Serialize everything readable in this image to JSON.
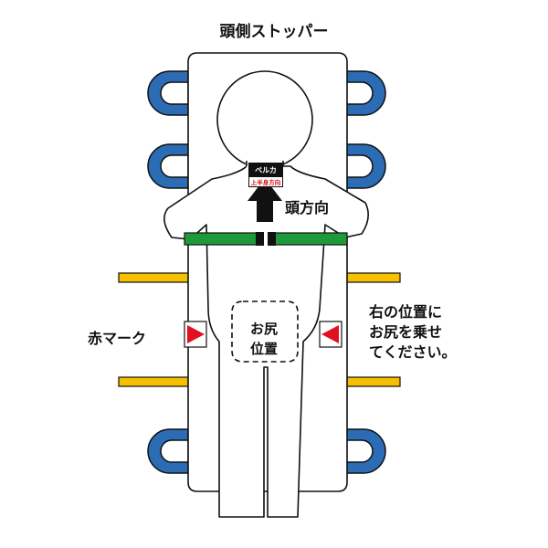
{
  "labels": {
    "head_stopper": "頭側ストッパー",
    "head_direction": "頭方向",
    "red_mark": "赤マーク",
    "right_note": [
      "右の位置に",
      "お尻を乗せ",
      "てください。"
    ],
    "hip_position": [
      "お尻",
      "位置"
    ]
  },
  "tag": {
    "brand": "ベルカ",
    "caption": "上半身方向"
  },
  "colors": {
    "handle_blue": "#2b6cb4",
    "rail_yellow": "#f5c000",
    "belt_green": "#1e9a3a",
    "marker_red": "#e0101f",
    "outline": "#111111"
  }
}
